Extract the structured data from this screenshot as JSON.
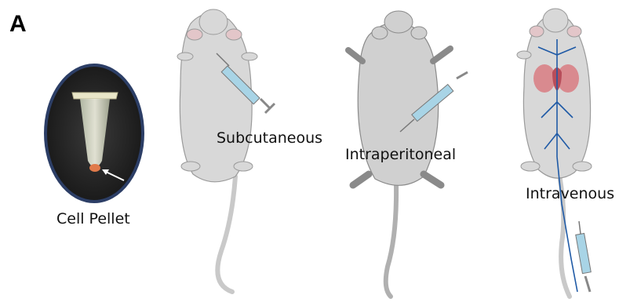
{
  "panel_letter": "A",
  "labels": {
    "cell_pellet": "Cell Pellet",
    "subcutaneous": "Subcutaneous",
    "intraperitoneal": "Intraperitoneal",
    "intravenous": "Intravenous"
  },
  "colors": {
    "mouse_body": "#d8d8d8",
    "mouse_outline": "#9a9a9a",
    "syringe_barrel": "#a8d4e6",
    "vessels": "#1f5aa6",
    "organs": "#d98a8f",
    "photo_border": "#2c3e66",
    "pellet": "#e07a4a"
  }
}
